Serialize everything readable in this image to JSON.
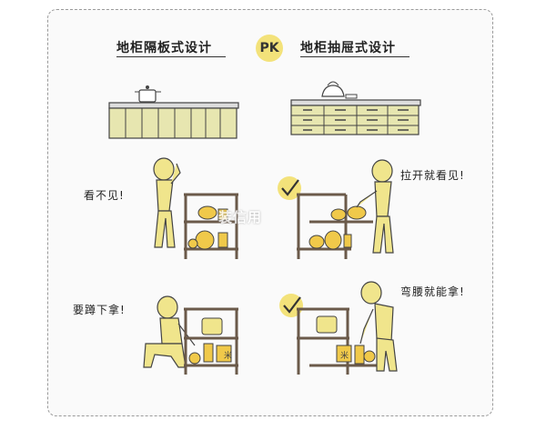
{
  "header": {
    "left_title": "地柜隔板式设计",
    "vs": "PK",
    "right_title": "地柜抽屉式设计"
  },
  "captions": {
    "left_row1": "看不见!",
    "right_row1": "拉开就看见!",
    "left_row2": "要蹲下拿!",
    "right_row2": "弯腰就能拿!"
  },
  "labels": {
    "rice_char": "米"
  },
  "watermark": "装信用 ",
  "colors": {
    "figure": "#f0e58c",
    "cabinet": "#e7e6b0",
    "shelf": "#6b5a4a",
    "check": "#f3e27a"
  },
  "icons": [
    "check-icon",
    "check-icon"
  ]
}
